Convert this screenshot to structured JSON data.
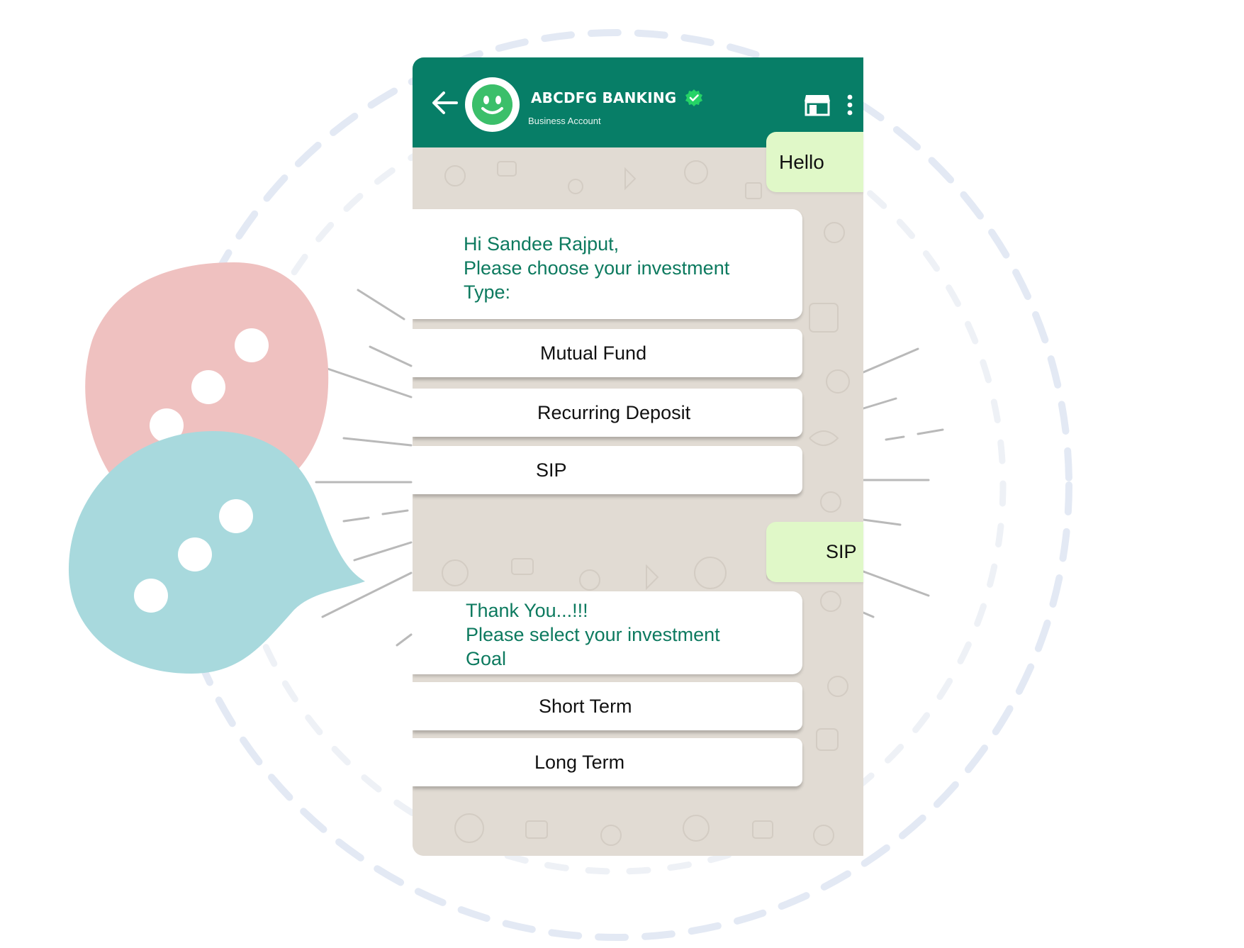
{
  "header": {
    "business_name": "ABCDFG BANKING",
    "subtitle": "Business Account",
    "icons": [
      "back-arrow-icon",
      "smiley-avatar",
      "verified-badge-icon",
      "store-icon",
      "more-vert-icon"
    ]
  },
  "messages": {
    "outgoing_1": "Hello",
    "incoming_1": {
      "lines": [
        "Hi Sandee Rajput,",
        "Please choose your investment",
        "Type:"
      ]
    },
    "options_1": [
      "Mutual Fund",
      "Recurring Deposit",
      "SIP"
    ],
    "outgoing_2": "SIP",
    "incoming_2": {
      "lines": [
        "Thank You...!!!",
        "Please select your investment",
        "Goal"
      ]
    },
    "options_2": [
      "Short Term",
      "Long Term"
    ]
  },
  "colors": {
    "header_bg": "#077e67",
    "outgoing_bubble": "#e0f8c8",
    "incoming_text": "#0d7a5f",
    "wallpaper": "#e1dbd3",
    "pink_bubble": "#efc1c0",
    "teal_bubble": "#a8d9dd",
    "dashed_circle": "#e3e9f4"
  }
}
